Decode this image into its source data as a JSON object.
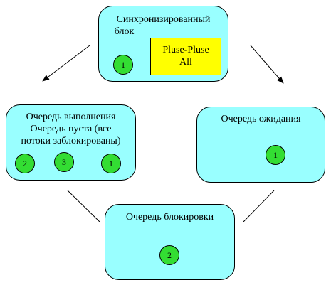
{
  "sync_block": {
    "title_line1": "Синхронизированный",
    "title_line2": "блок",
    "notify_line1": "Pluse-Pluse",
    "notify_line2": "All",
    "token": "1"
  },
  "run_queue": {
    "title_line1": "Очередь выполнения",
    "title_line2": "Очередь пуста (все",
    "title_line3": "потоки заблокированы)",
    "tokens": [
      "2",
      "3",
      "1"
    ]
  },
  "wait_queue": {
    "title": "Очередь ожидания",
    "token": "1"
  },
  "block_queue": {
    "title": "Очередь блокировки",
    "token": "2"
  }
}
